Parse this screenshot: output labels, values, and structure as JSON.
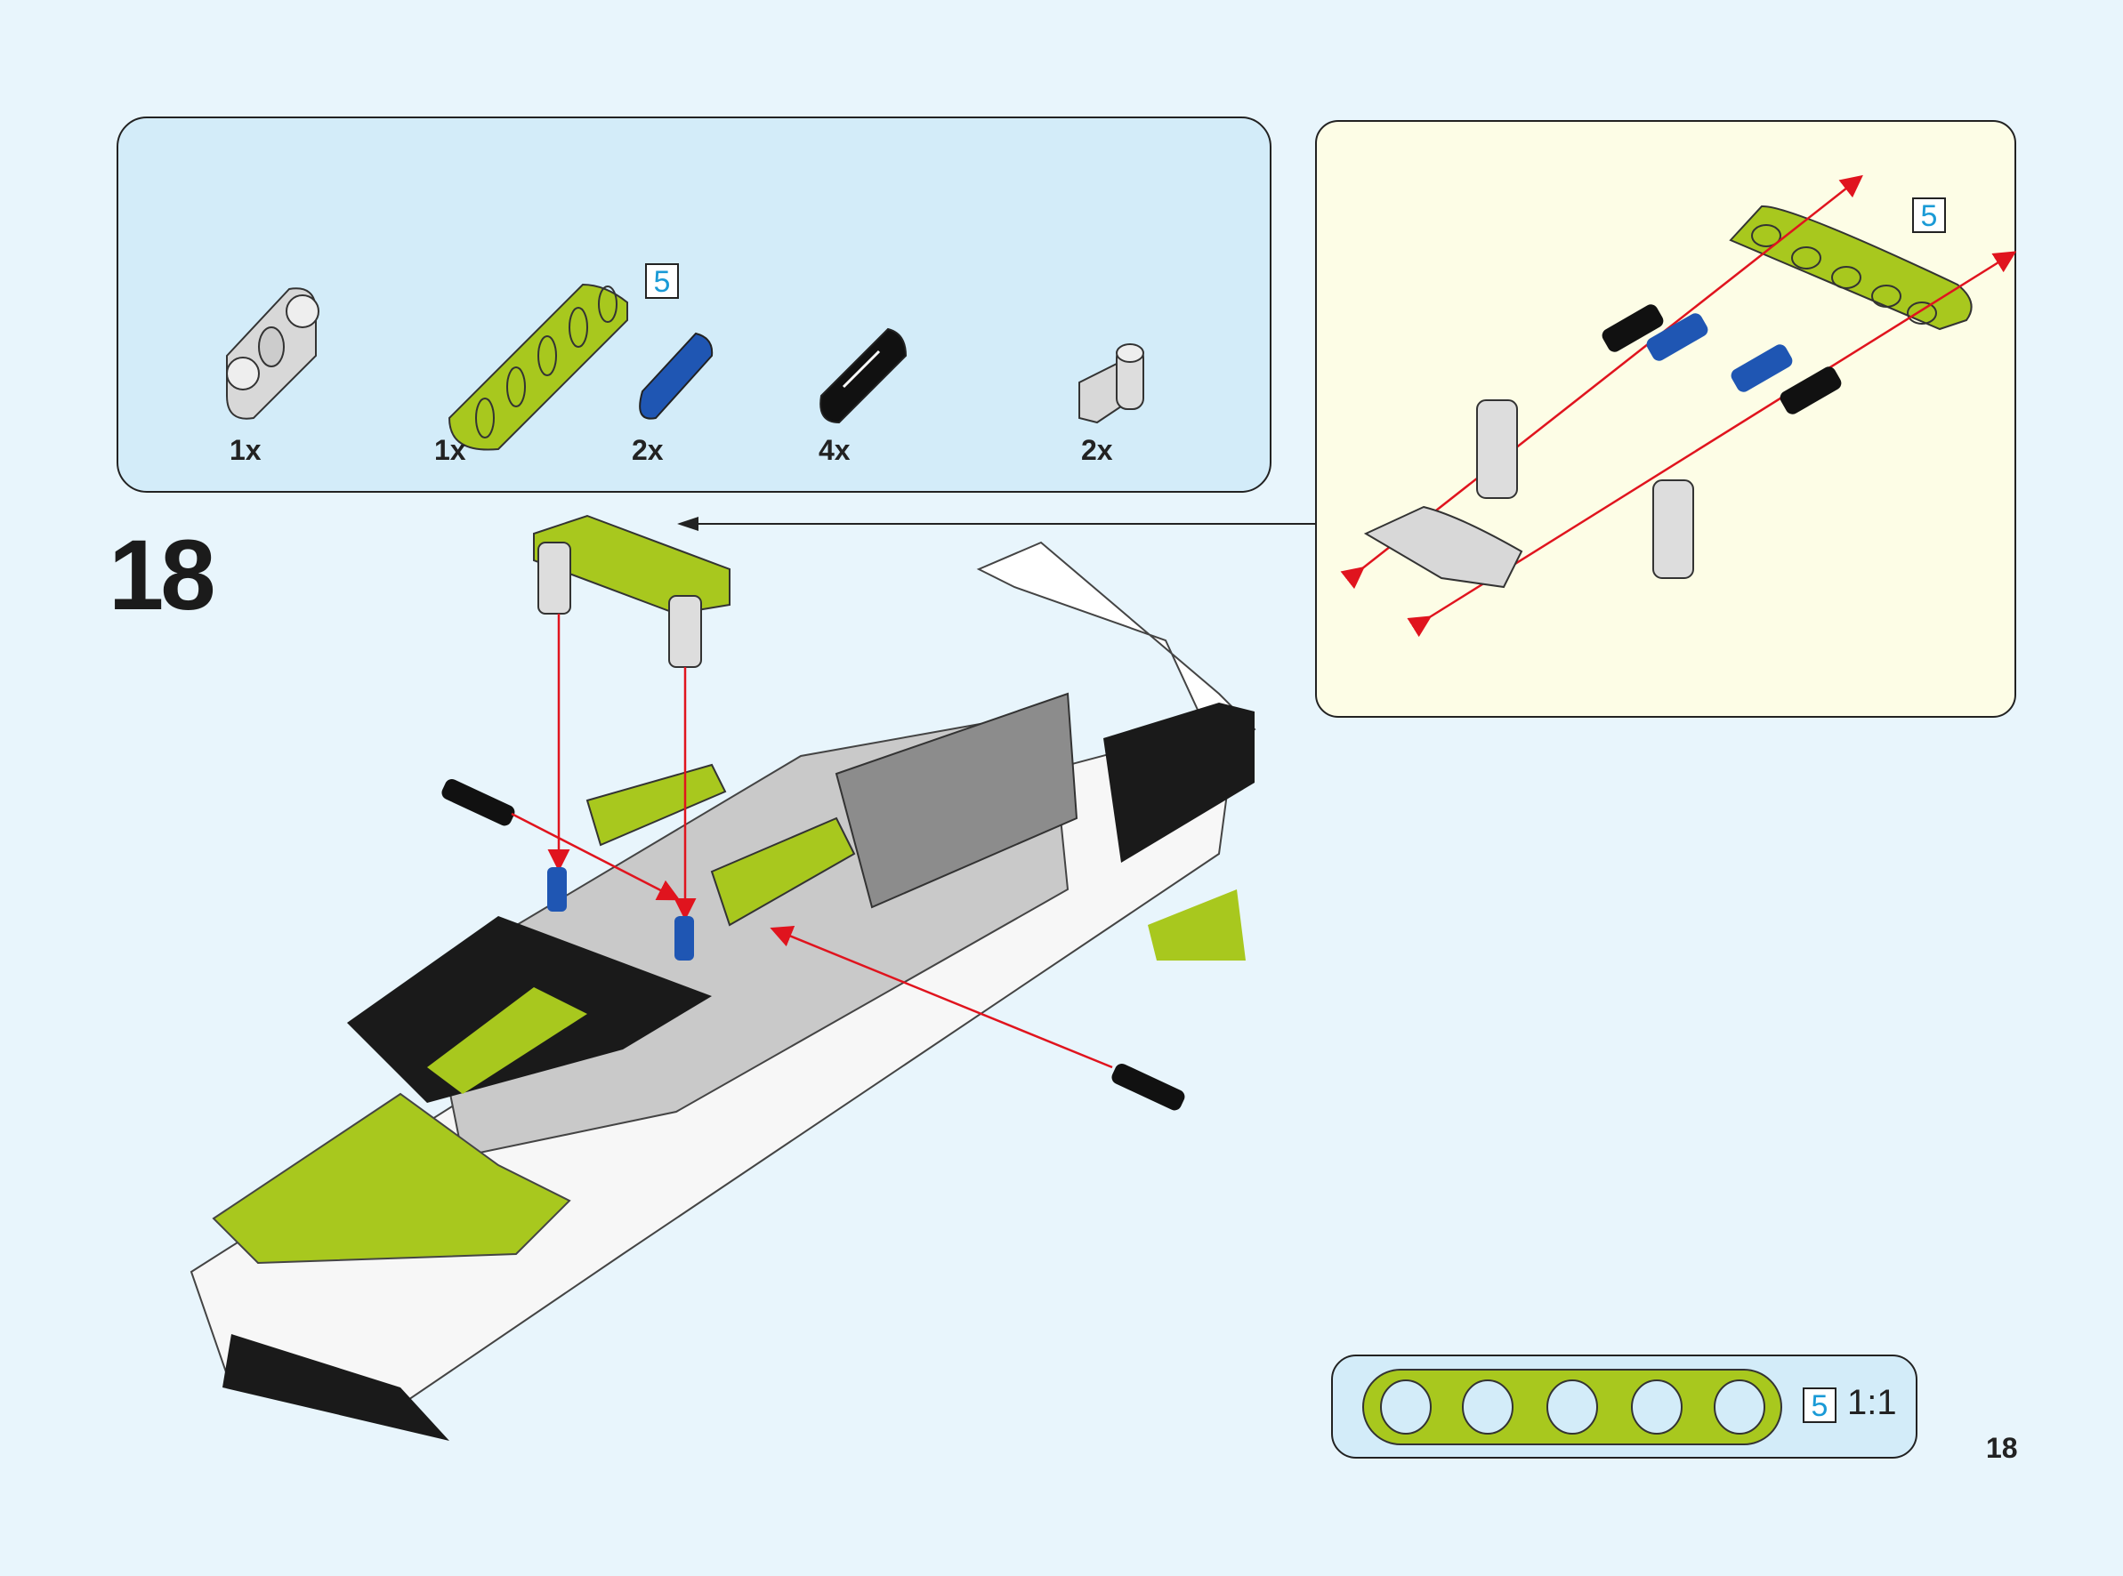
{
  "step": {
    "number": "18"
  },
  "page": {
    "number": "18"
  },
  "parts_list": [
    {
      "part": "double-axle-connector-gray",
      "quantity": "1x"
    },
    {
      "part": "beam-5-lime",
      "quantity": "1x",
      "length_label": "5"
    },
    {
      "part": "axle-pin-blue",
      "quantity": "2x"
    },
    {
      "part": "friction-pin-black",
      "quantity": "4x"
    },
    {
      "part": "angle-connector-gray",
      "quantity": "2x"
    }
  ],
  "subassembly": {
    "length_label": "5"
  },
  "scale_reference": {
    "length_label": "5",
    "scale": "1:1"
  },
  "colors": {
    "background": "#e8f5fc",
    "parts_box": "#d3ecf9",
    "subassembly_box": "#fdfde6",
    "lime": "#a8c81e",
    "arrow": "#e0141e",
    "blue": "#1f56b3"
  }
}
